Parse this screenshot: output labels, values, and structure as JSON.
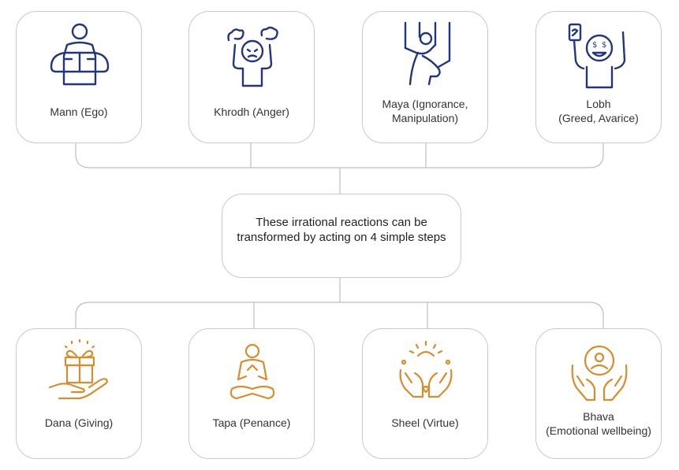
{
  "colors": {
    "top_icon": "#22357f",
    "bottom_icon": "#d98c2b",
    "border": "#c9c9c9",
    "connector": "#bdbdbd"
  },
  "top_cards": [
    {
      "icon": "ego-person-icon",
      "line1": "Mann (Ego)",
      "line2": ""
    },
    {
      "icon": "anger-person-icon",
      "line1": "Khrodh (Anger)",
      "line2": ""
    },
    {
      "icon": "puppet-person-icon",
      "line1": "Maya (Ignorance,",
      "line2": "Manipulation)"
    },
    {
      "icon": "greed-person-icon",
      "line1": "Lobh",
      "line2": "(Greed, Avarice)"
    }
  ],
  "center": {
    "text": "These irrational reactions can be transformed by acting on 4 simple steps"
  },
  "bottom_cards": [
    {
      "icon": "gift-hand-icon",
      "line1": "Dana (Giving)",
      "line2": ""
    },
    {
      "icon": "meditation-icon",
      "line1": "Tapa (Penance)",
      "line2": ""
    },
    {
      "icon": "praying-hands-icon",
      "line1": "Sheel (Virtue)",
      "line2": ""
    },
    {
      "icon": "care-person-hands-icon",
      "line1": "Bhava",
      "line2": "(Emotional wellbeing)"
    }
  ]
}
